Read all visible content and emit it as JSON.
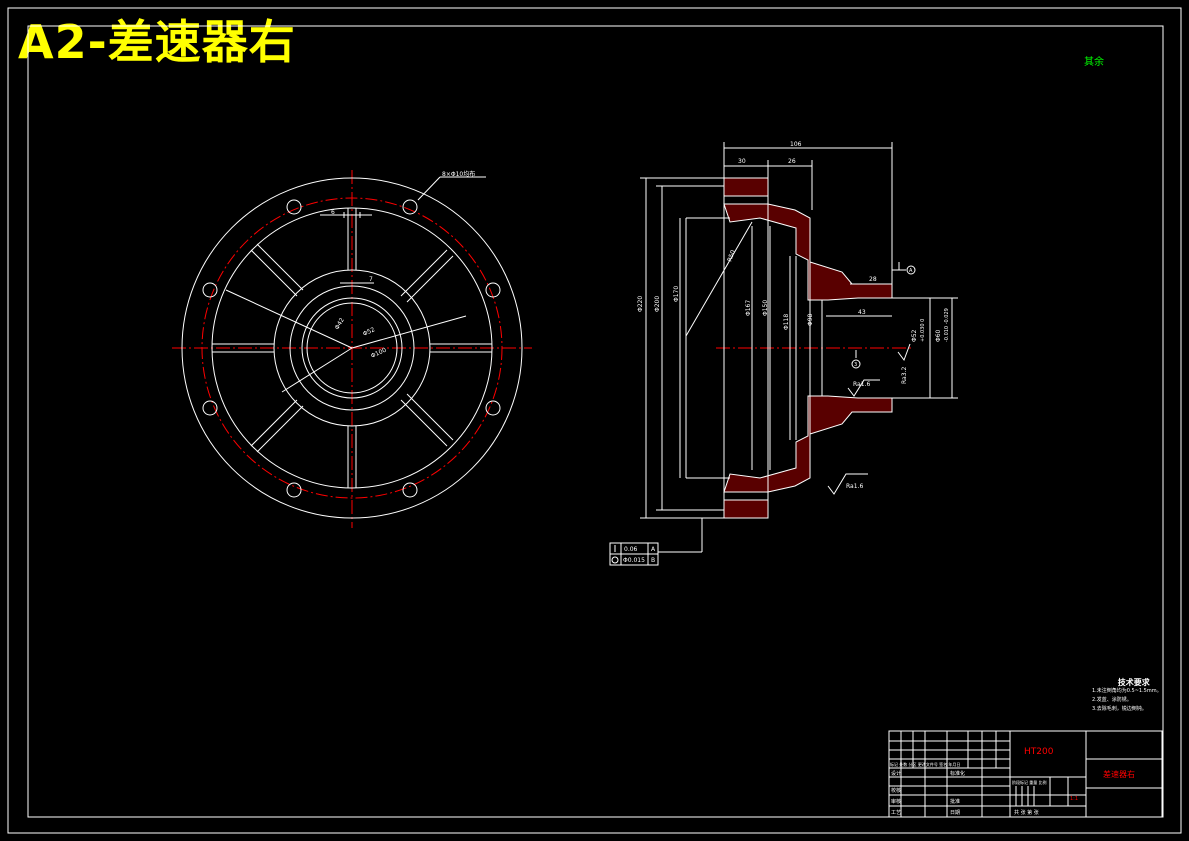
{
  "title": "A2-差速器右",
  "corner_note": "其余",
  "dimensions": {
    "total_len": "106",
    "len_30": "30",
    "len_26": "26",
    "len_28": "28",
    "len_43": "43",
    "width_6": "6",
    "width_7": "7",
    "hole_note": "8×Φ10均布",
    "d220": "Φ220",
    "d200": "Φ200",
    "d170": "Φ170",
    "d167": "Φ167",
    "d150": "Φ150",
    "d118": "Φ118",
    "d98": "Φ98",
    "d52": "Φ52",
    "d42": "Φ42",
    "d100": "Φ100",
    "angle_r50": "R50",
    "shaft_top": "Φ52",
    "shaft_top_tol": "+0.030 0",
    "shaft_side": "Φ60",
    "shaft_side_tol": "-0.010 -0.029",
    "rough1": "Ra1.6",
    "rough2": "Ra1.6",
    "rough3": "Ra3.2"
  },
  "datum": {
    "a": "A",
    "b": "B",
    "n3": "3"
  },
  "tolerance_frame": {
    "row1_value": "0.06",
    "row1_ref": "A",
    "row2_value": "Φ0.015",
    "row2_ref": "B"
  },
  "tech_req": {
    "heading": "技术要求",
    "lines": [
      "1.未注倒角均为0.5~1.5mm。",
      "2.发蓝、涂防锈。",
      "3.去除毛刺，锐边倒钝。"
    ]
  },
  "title_block": {
    "material": "HT200",
    "part_name": "差速器右",
    "left_labels": [
      "设计",
      "校核",
      "审核",
      "工艺"
    ],
    "mid_labels": [
      "标准化",
      "批准",
      "日期"
    ],
    "header_row": "标记 处数 分区 更改文件号 签名 年月日",
    "stage_labels": "阶段标记 重量 比例",
    "scale": "1:1",
    "sheet_row": "共 张 第 张"
  },
  "colors": {
    "line": "#ffffff",
    "center": "#ff0000",
    "section": "#ff0000",
    "title": "#ffff00",
    "block_red": "#ff0000"
  }
}
